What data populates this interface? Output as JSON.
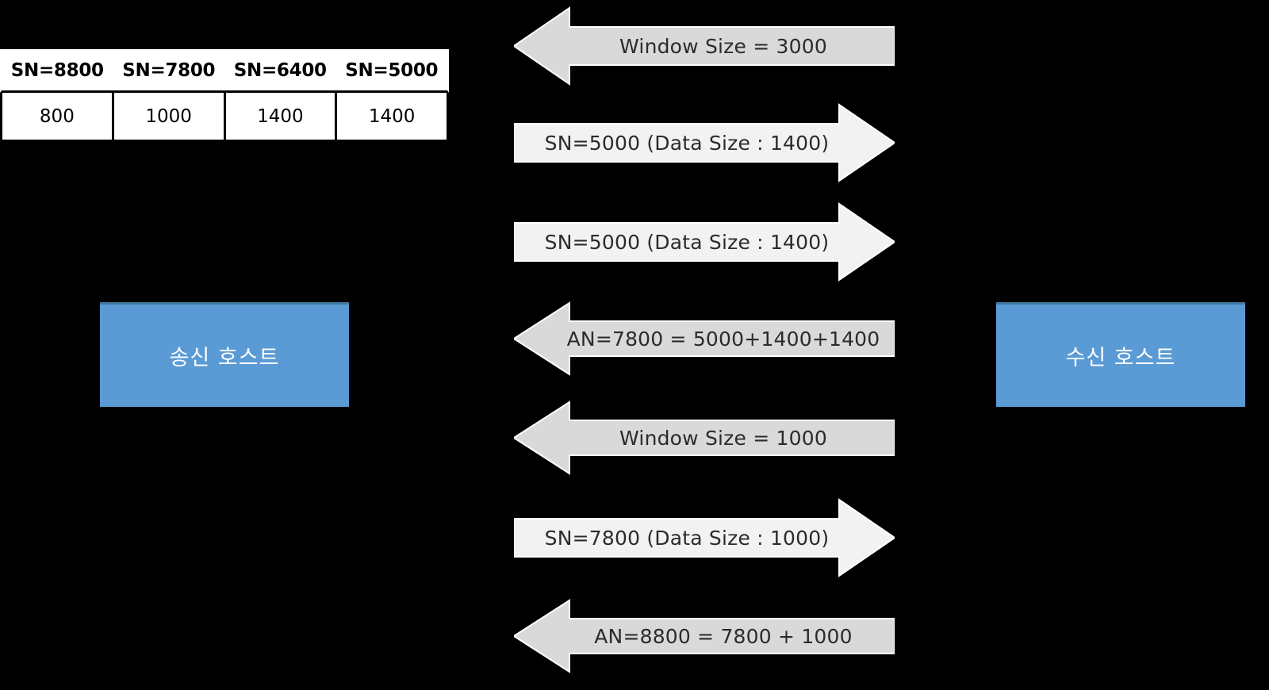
{
  "diagram": {
    "title": "TCP Sliding Window / Flow Control Sequence",
    "colors": {
      "background": "#000000",
      "host_fill": "#5B9BD5",
      "host_border": "#41789F",
      "arrow_left_fill": "#D9D9D9",
      "arrow_right_fill": "#F2F2F2",
      "arrow_stroke": "#FFFFFF",
      "table_bg": "#FFFFFF",
      "table_border": "#000000",
      "label_text": "#2B2B2B",
      "host_text": "#FFFFFF"
    }
  },
  "seq_table": {
    "headers": [
      "SN=8800",
      "SN=7800",
      "SN=6400",
      "SN=5000"
    ],
    "sizes": [
      "800",
      "1000",
      "1400",
      "1400"
    ]
  },
  "hosts": {
    "sender": "송신 호스트",
    "receiver": "수신 호스트"
  },
  "messages": [
    {
      "label": "Window Size = 3000",
      "direction": "left"
    },
    {
      "label": "SN=5000 (Data Size : 1400)",
      "direction": "right"
    },
    {
      "label": "SN=5000 (Data Size : 1400)",
      "direction": "right"
    },
    {
      "label": "AN=7800 = 5000+1400+1400",
      "direction": "left"
    },
    {
      "label": "Window Size = 1000",
      "direction": "left"
    },
    {
      "label": "SN=7800 (Data Size : 1000)",
      "direction": "right"
    },
    {
      "label": "AN=8800 = 7800 + 1000",
      "direction": "left"
    }
  ]
}
